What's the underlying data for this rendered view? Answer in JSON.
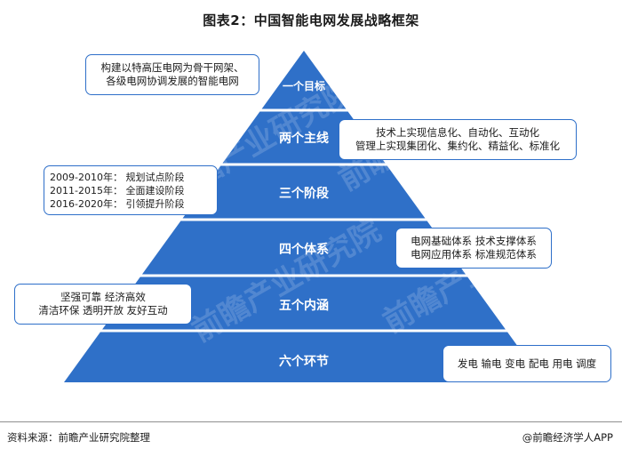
{
  "title": "图表2：中国智能电网发展战略框架",
  "colors": {
    "pyramid_fill": "#2f70c8",
    "separator": "#ffffff",
    "callout_border": "#2e6fc9"
  },
  "levels": [
    {
      "label": "一个目标"
    },
    {
      "label": "两个主线"
    },
    {
      "label": "三个阶段"
    },
    {
      "label": "四个体系"
    },
    {
      "label": "五个内涵"
    },
    {
      "label": "六个环节"
    }
  ],
  "callouts": {
    "goal": {
      "lines": [
        "构建以特高压电网为骨干网架、",
        "各级电网协调发展的智能电网"
      ]
    },
    "mainlines": {
      "lines": [
        "技术上实现信息化、自动化、互动化",
        "管理上实现集团化、集约化、精益化、标准化"
      ]
    },
    "stages": {
      "lines": [
        "2009-2010年： 规划试点阶段",
        "2011-2015年： 全面建设阶段",
        "2016-2020年： 引领提升阶段"
      ]
    },
    "systems": {
      "lines": [
        "电网基础体系 技术支撑体系",
        "电网应用体系 标准规范体系"
      ]
    },
    "connotations": {
      "lines": [
        "坚强可靠 经济高效",
        "清洁环保 透明开放 友好互动"
      ]
    },
    "links": {
      "lines": [
        "发电 输电 变电 配电 用电 调度"
      ]
    }
  },
  "footer": {
    "source": "资料来源：前瞻产业研究院整理",
    "brand": "@前瞻经济学人APP"
  },
  "watermark": "前瞻产业研究院"
}
